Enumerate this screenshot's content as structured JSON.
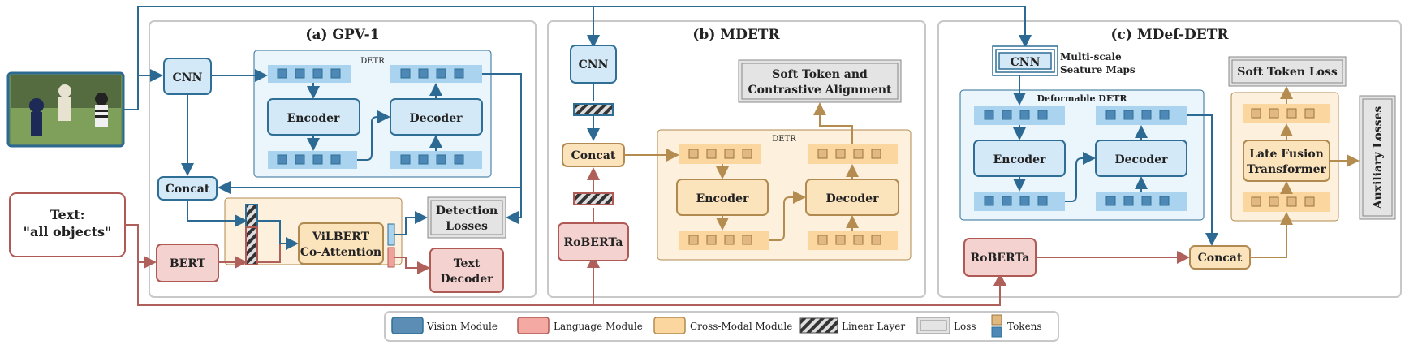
{
  "panels": {
    "gpv1": {
      "title": "(a) GPV-1",
      "cnn": "CNN",
      "detr_label": "DETR",
      "encoder": "Encoder",
      "decoder": "Decoder",
      "concat": "Concat",
      "vilbert_line1": "ViLBERT",
      "vilbert_line2": "Co-Attention",
      "detection_line1": "Detection",
      "detection_line2": "Losses",
      "text_decoder_line1": "Text",
      "text_decoder_line2": "Decoder",
      "bert": "BERT",
      "text_input_line1": "Text:",
      "text_input_line2": "\"all objects\""
    },
    "mdetr": {
      "title": "(b) MDETR",
      "cnn": "CNN",
      "concat": "Concat",
      "roberta": "RoBERTa",
      "detr_label": "DETR",
      "encoder": "Encoder",
      "decoder": "Decoder",
      "loss_line1": "Soft Token and",
      "loss_line2": "Contrastive Alignment"
    },
    "mdef": {
      "title": "(c) MDef-DETR",
      "cnn": "CNN",
      "multiscale_line1": "Multi-scale",
      "multiscale_line2": "Seature Maps",
      "deformable_label": "Deformable DETR",
      "encoder": "Encoder",
      "decoder": "Decoder",
      "roberta": "RoBERTa",
      "concat": "Concat",
      "soft_token_loss": "Soft Token Loss",
      "late_fusion_line1": "Late Fusion",
      "late_fusion_line2": "Transformer",
      "auxiliary_losses": "Auxiliary Losses"
    }
  },
  "legend": {
    "vision": "Vision Module",
    "language": "Language Module",
    "cross_modal": "Cross-Modal Module",
    "linear": "Linear Layer",
    "loss": "Loss",
    "tokens": "Tokens"
  },
  "colors": {
    "vision_fill": "#d3e9f7",
    "vision_stroke": "#2f6f96",
    "language_fill": "#f4d2cf",
    "language_stroke": "#b05a55",
    "cross_fill": "#fbe3bc",
    "cross_stroke": "#b08a50",
    "loss_fill": "#e4e4e4",
    "panel_stroke": "#c8c8c8",
    "arrow_blue": "#2d6a93",
    "arrow_red": "#b0605a",
    "arrow_tan": "#b48c50"
  }
}
